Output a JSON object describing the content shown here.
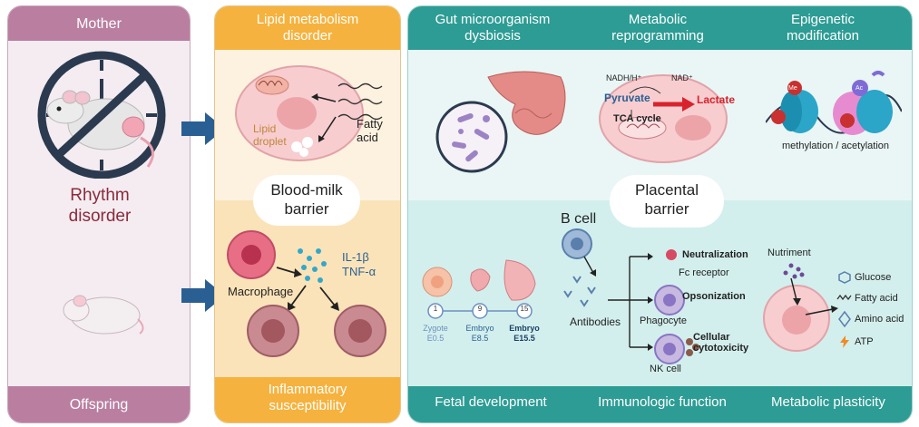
{
  "mother_panel": {
    "header": "Mother",
    "rhythm_title": "Rhythm\ndisorder",
    "footer": "Offspring"
  },
  "lipid_panel": {
    "header": "Lipid metabolism\ndisorder",
    "lipid_droplet": "Lipid\ndroplet",
    "fatty_acid": "Fatty\nacid",
    "blood_milk": "Blood-milk\nbarrier",
    "macrophage": "Macrophage",
    "cytokines": "IL-1β\nTNF-α",
    "footer": "Inflammatory\nsusceptibility"
  },
  "placenta_panel": {
    "gut_header": "Gut microorganism\ndysbiosis",
    "metabolic_header": "Metabolic\nreprogramming",
    "epigenetic_header": "Epigenetic\nmodification",
    "nadh": "NADH/H⁺",
    "nad": "NAD⁺",
    "pyruvate": "Pyruvate",
    "lactate": "Lactate",
    "tca": "TCA cycle",
    "me": "Me",
    "ac": "Ac",
    "methylation": "methylation / acetylation",
    "placental_barrier": "Placental\nbarrier",
    "b_cell": "B cell",
    "antibodies": "Antibodies",
    "neutralization": "Neutralization",
    "fc_receptor": "Fc receptor",
    "opsonization": "Opsonization",
    "phagocyte": "Phagocyte",
    "cellular_cytotoxicity": "Cellular\ncytotoxicity",
    "nk_cell": "NK cell",
    "nutriment": "Nutriment",
    "glucose": "Glucose",
    "fatty_acid": "Fatty acid",
    "amino_acid": "Amino acid",
    "atp": "ATP",
    "stages": [
      {
        "num": "1",
        "name": "Zygote",
        "day": "E0.5"
      },
      {
        "num": "9",
        "name": "Embryo",
        "day": "E8.5"
      },
      {
        "num": "15",
        "name": "Embryo",
        "day": "E15.5"
      }
    ],
    "fetal_footer": "Fetal development",
    "immuno_footer": "Immunologic function",
    "plasticity_footer": "Metabolic plasticity"
  },
  "colors": {
    "mother_header": "#b97ea0",
    "lipid_header": "#f6b23e",
    "teal_header": "#2d9c94",
    "arrow": "#2a5f93"
  }
}
